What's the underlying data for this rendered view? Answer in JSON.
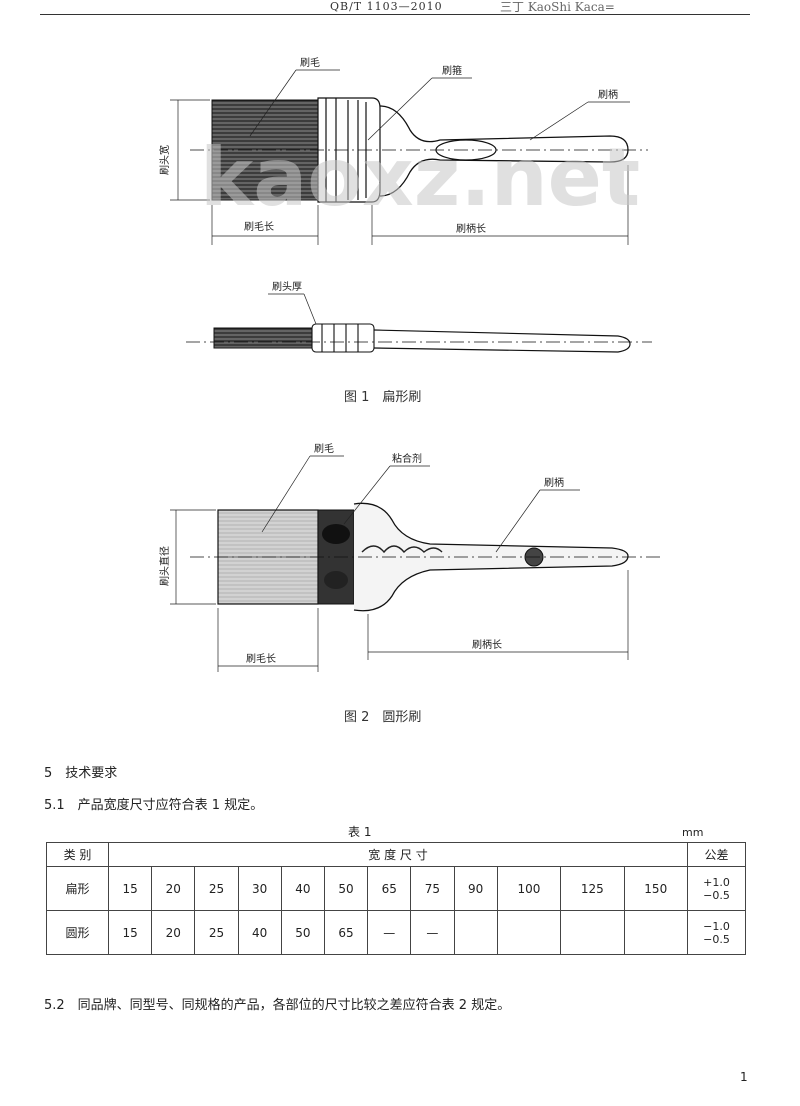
{
  "header": {
    "standard_number": "QB/T 1103—2010",
    "site_text": "三丁 KaoShi Kaca="
  },
  "figure1": {
    "label_bristle": "刷毛",
    "label_ferrule": "刷箍",
    "label_handle": "刷柄",
    "label_head_width": "刷头宽",
    "label_bristle_length": "刷毛长",
    "label_handle_length": "刷柄长",
    "label_head_thickness": "刷头厚",
    "caption": "图 1　扁形刷"
  },
  "figure2": {
    "label_bristle": "刷毛",
    "label_binder": "粘合剂",
    "label_handle": "刷柄",
    "label_head_diameter": "刷头直径",
    "label_bristle_length": "刷毛长",
    "label_handle_length": "刷柄长",
    "caption": "图 2　圆形刷"
  },
  "watermark": "kaoxz.net",
  "section5": {
    "heading": "5　技术要求",
    "clause_5_1": "5.1　产品宽度尺寸应符合表 1 规定。",
    "clause_5_2": "5.2　同品牌、同型号、同规格的产品，各部位的尺寸比较之差应符合表 2 规定。"
  },
  "table1": {
    "title": "表 1",
    "unit": "mm",
    "header_type": "类 别",
    "header_size": "宽 度 尺 寸",
    "header_tolerance": "公差",
    "rows": [
      {
        "type": "扁形",
        "values": [
          "15",
          "20",
          "25",
          "30",
          "40",
          "50",
          "65",
          "75",
          "90",
          "100",
          "125",
          "150"
        ],
        "tolerance_upper": "+1.0",
        "tolerance_lower": "−0.5"
      },
      {
        "type": "圆形",
        "values": [
          "15",
          "20",
          "25",
          "40",
          "50",
          "65",
          "—",
          "—",
          "",
          "",
          "",
          ""
        ],
        "tolerance_upper": "−1.0",
        "tolerance_lower": "−0.5"
      }
    ]
  },
  "page_number": "1"
}
